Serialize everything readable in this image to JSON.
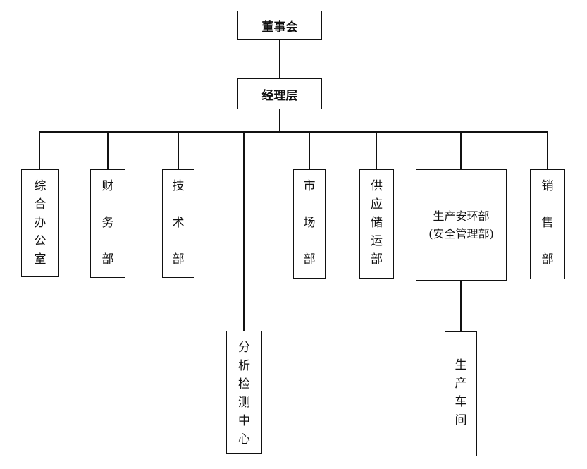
{
  "nodes": {
    "board": "董事会",
    "manager": "经理层",
    "general_office": "综合办公室",
    "finance": "财务部",
    "tech": "技术部",
    "analysis": "分析检测中心",
    "market": "市场部",
    "supply": "供应储运部",
    "safety_line1": "生产安环部",
    "safety_line2": "(安全管理部)",
    "workshop": "生产车间",
    "sales": "销售部"
  }
}
